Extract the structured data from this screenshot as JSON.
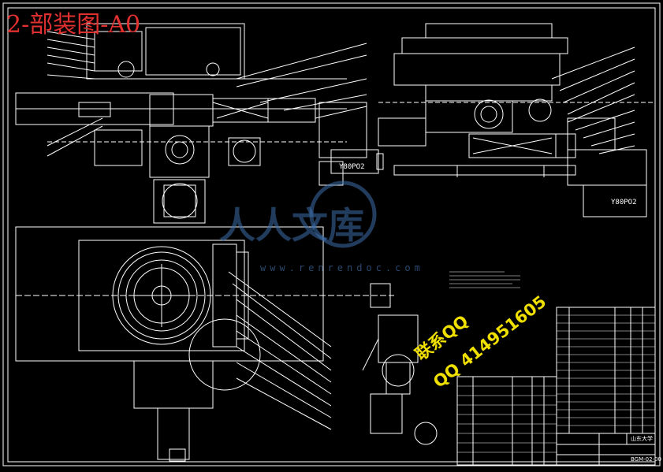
{
  "drawing": {
    "title": "2-部装图-A0",
    "motor_label_left": "Y80PO2",
    "motor_label_right": "Y80PO2"
  },
  "watermark": {
    "brand": "人人文库",
    "url": "www.renrendoc.com"
  },
  "overlay": {
    "contact_name": "联系QQ",
    "contact_qq": "QQ 414951605"
  },
  "title_block": {
    "university": "山东大学",
    "drawing_no": "BGM-02-00"
  },
  "colors": {
    "background": "#000000",
    "lines": "#ffffff",
    "title": "#e03030",
    "overlay": "#f0e000",
    "watermark": "#3c6eaa"
  }
}
